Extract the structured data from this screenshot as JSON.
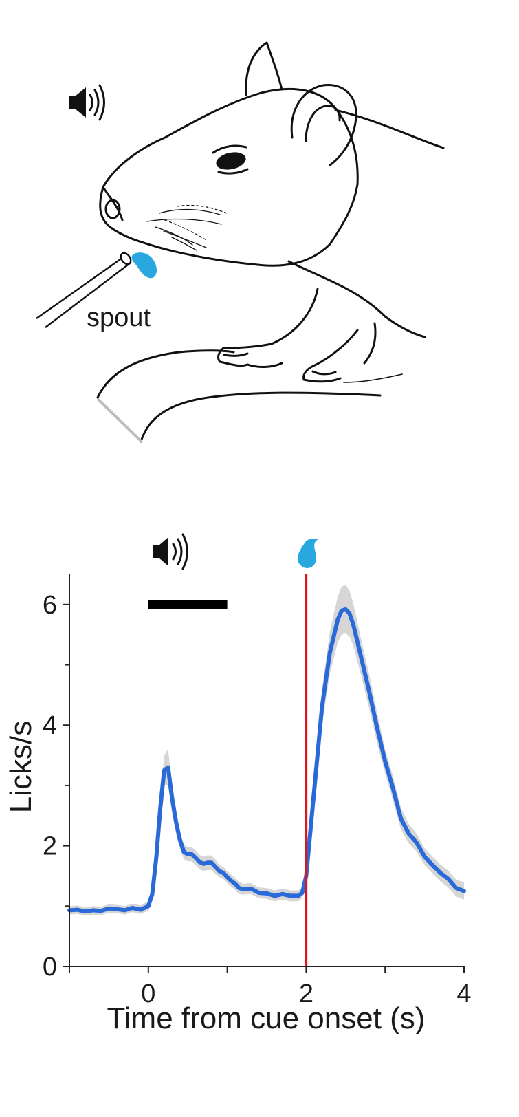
{
  "illustration": {
    "spout_label": "spout",
    "cue_icon": "speaker-sound-icon",
    "water_color": "#29a8e0"
  },
  "colors": {
    "trace": "#2a6ad8",
    "ci_band": "#d6d6d6",
    "reward_line": "#e0141b",
    "cue_bar": "#000000",
    "drop": "#29a8e0"
  },
  "chart_data": {
    "type": "line",
    "xlabel": "Time from cue onset (s)",
    "ylabel": "Licks/s",
    "xlim": [
      -1,
      4
    ],
    "ylim": [
      0,
      6.5
    ],
    "xticks": [
      0,
      2,
      4
    ],
    "xticks_minor": [
      -1,
      1,
      3
    ],
    "yticks": [
      0,
      2,
      4,
      6
    ],
    "yticks_minor": [
      1,
      3,
      5
    ],
    "cue_period": [
      0,
      1
    ],
    "reward_time": 2,
    "cue_icon": "speaker-sound-icon",
    "reward_icon": "water-drop-icon",
    "series": [
      {
        "x": [
          -1.0,
          -0.9,
          -0.8,
          -0.7,
          -0.6,
          -0.5,
          -0.4,
          -0.3,
          -0.2,
          -0.1,
          0.0,
          0.05,
          0.1,
          0.15,
          0.2,
          0.25,
          0.3,
          0.35,
          0.4,
          0.45,
          0.5,
          0.55,
          0.6,
          0.65,
          0.7,
          0.75,
          0.8,
          0.85,
          0.9,
          0.95,
          1.0,
          1.05,
          1.1,
          1.15,
          1.2,
          1.3,
          1.4,
          1.5,
          1.6,
          1.7,
          1.8,
          1.9,
          1.95,
          2.0,
          2.1,
          2.2,
          2.3,
          2.4,
          2.45,
          2.5,
          2.55,
          2.6,
          2.7,
          2.8,
          2.9,
          3.0,
          3.1,
          3.2,
          3.3,
          3.4,
          3.5,
          3.6,
          3.7,
          3.8,
          3.9,
          4.0
        ],
        "y": [
          0.93,
          0.94,
          0.91,
          0.93,
          0.92,
          0.96,
          0.95,
          0.93,
          0.97,
          0.94,
          1.0,
          1.2,
          1.8,
          2.6,
          3.25,
          3.3,
          2.8,
          2.4,
          2.1,
          1.9,
          1.86,
          1.86,
          1.8,
          1.73,
          1.7,
          1.72,
          1.72,
          1.65,
          1.58,
          1.55,
          1.48,
          1.42,
          1.37,
          1.3,
          1.28,
          1.29,
          1.22,
          1.21,
          1.17,
          1.2,
          1.17,
          1.17,
          1.22,
          1.5,
          2.9,
          4.3,
          5.2,
          5.75,
          5.9,
          5.92,
          5.85,
          5.65,
          5.1,
          4.55,
          3.95,
          3.4,
          2.95,
          2.45,
          2.2,
          2.05,
          1.82,
          1.68,
          1.55,
          1.45,
          1.3,
          1.25
        ],
        "ci": [
          0.07,
          0.07,
          0.07,
          0.07,
          0.07,
          0.07,
          0.07,
          0.07,
          0.07,
          0.07,
          0.08,
          0.1,
          0.15,
          0.2,
          0.25,
          0.3,
          0.25,
          0.2,
          0.15,
          0.12,
          0.12,
          0.12,
          0.12,
          0.12,
          0.12,
          0.12,
          0.12,
          0.12,
          0.1,
          0.1,
          0.1,
          0.1,
          0.1,
          0.1,
          0.09,
          0.09,
          0.09,
          0.09,
          0.09,
          0.09,
          0.09,
          0.09,
          0.09,
          0.1,
          0.2,
          0.3,
          0.35,
          0.38,
          0.4,
          0.4,
          0.38,
          0.35,
          0.3,
          0.28,
          0.25,
          0.2,
          0.2,
          0.18,
          0.16,
          0.15,
          0.14,
          0.14,
          0.14,
          0.14,
          0.14,
          0.14
        ]
      }
    ]
  }
}
